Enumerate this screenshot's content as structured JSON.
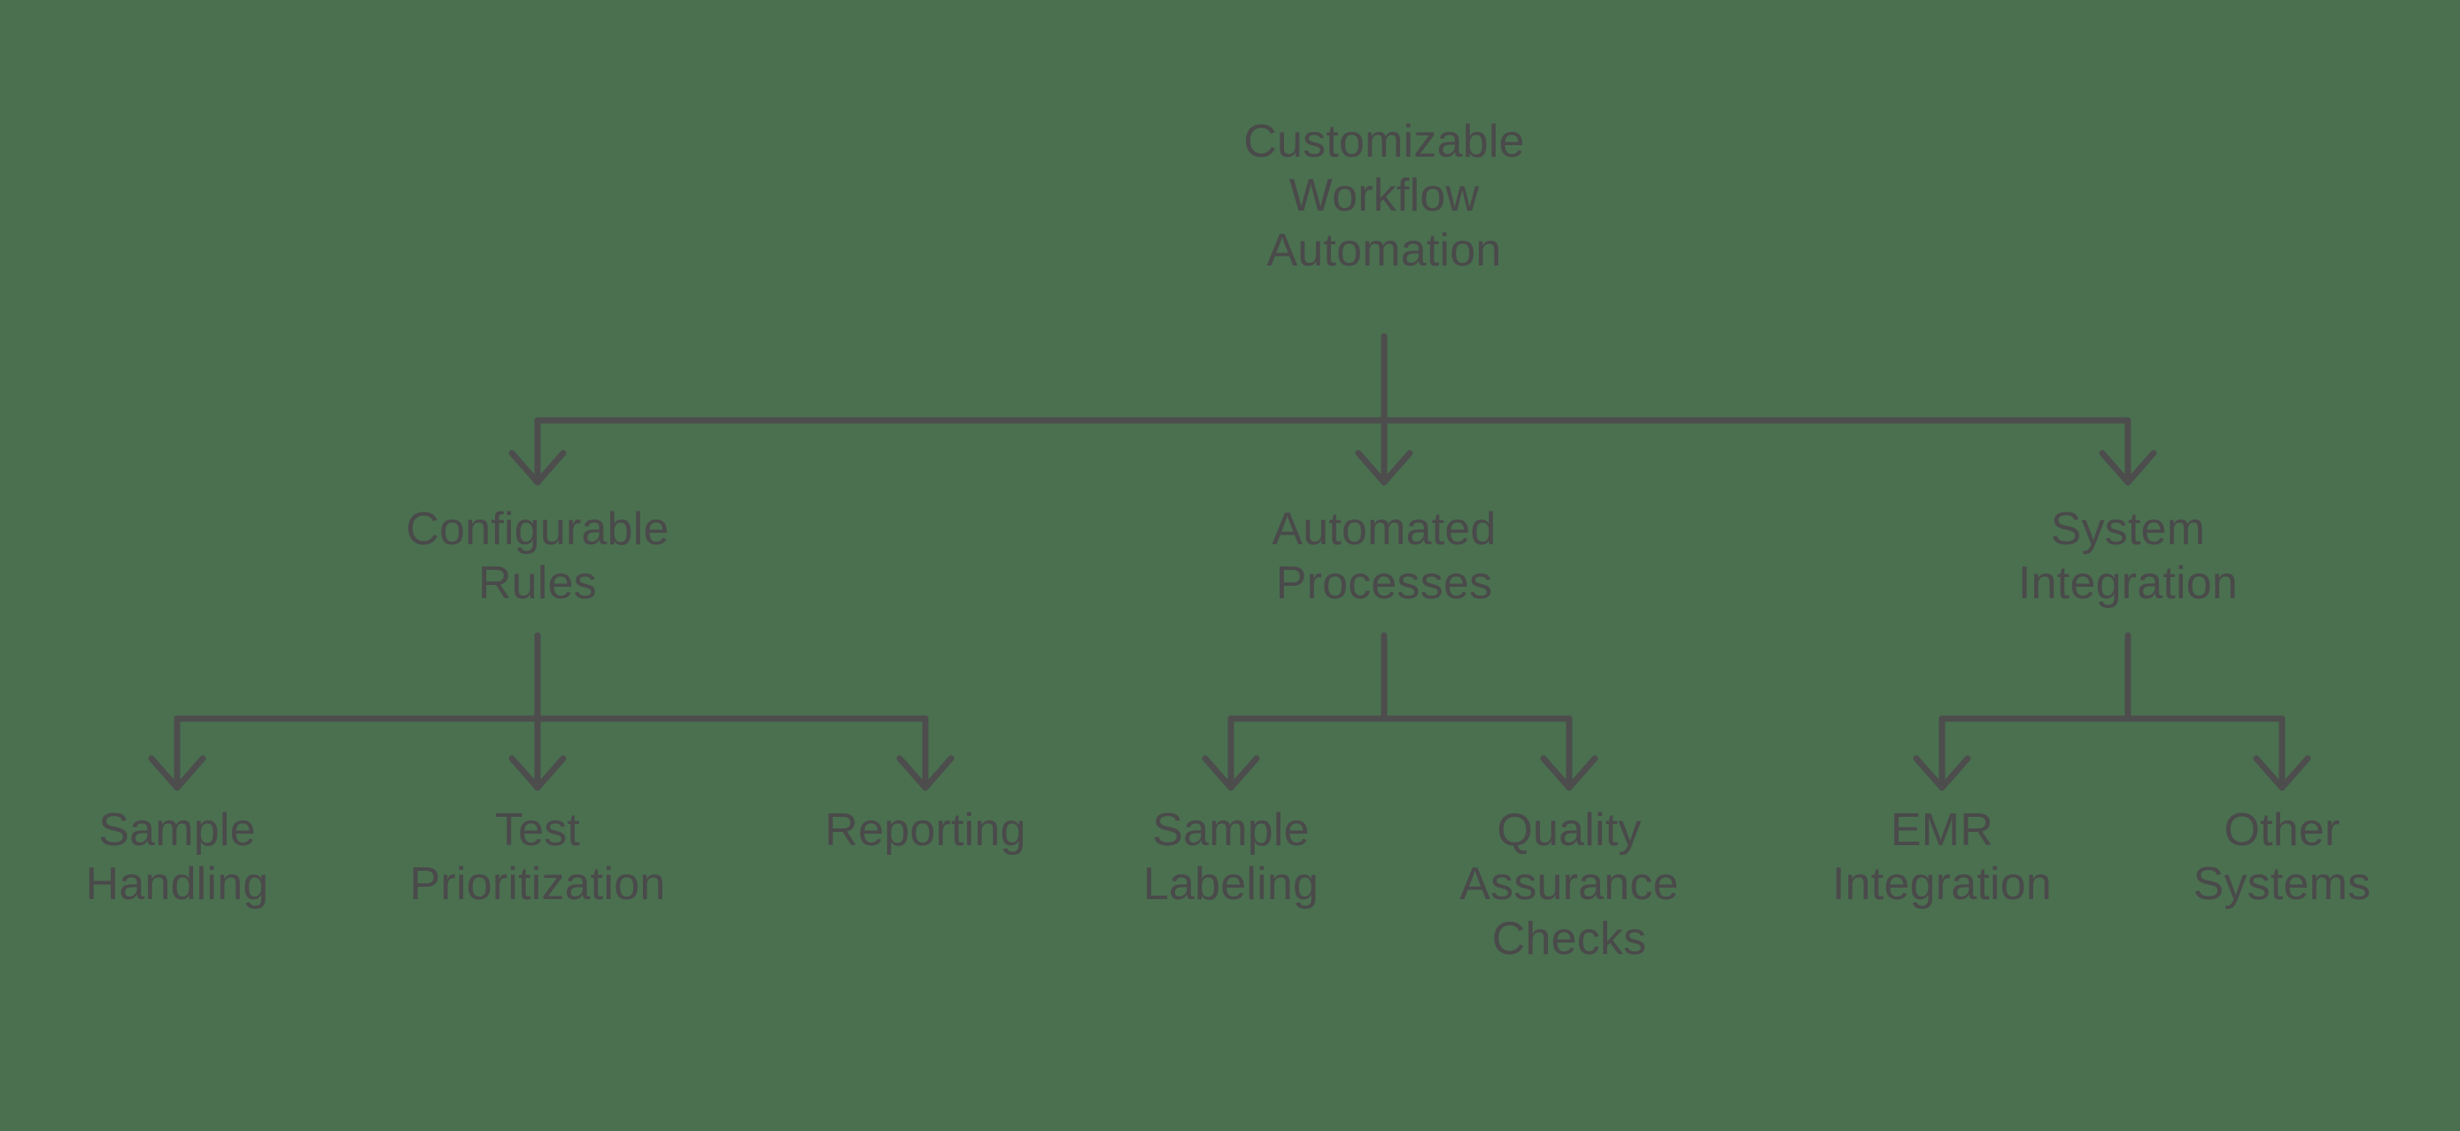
{
  "diagram": {
    "type": "hierarchy-tree",
    "title": "Customizable Workflow Automation",
    "background_color": "#4a7050",
    "line_color": "#4d4d4d",
    "text_color": "#4a4a4a",
    "root": {
      "label": "Customizable\nWorkflow\nAutomation"
    },
    "branches": [
      {
        "label": "Configurable\nRules",
        "leaves": [
          {
            "label": "Sample\nHandling"
          },
          {
            "label": "Test\nPrioritization"
          },
          {
            "label": "Reporting"
          }
        ]
      },
      {
        "label": "Automated\nProcesses",
        "leaves": [
          {
            "label": "Sample\nLabeling"
          },
          {
            "label": "Quality\nAssurance\nChecks"
          }
        ]
      },
      {
        "label": "System\nIntegration",
        "leaves": [
          {
            "label": "EMR\nIntegration"
          },
          {
            "label": "Other\nSystems"
          }
        ]
      }
    ]
  }
}
